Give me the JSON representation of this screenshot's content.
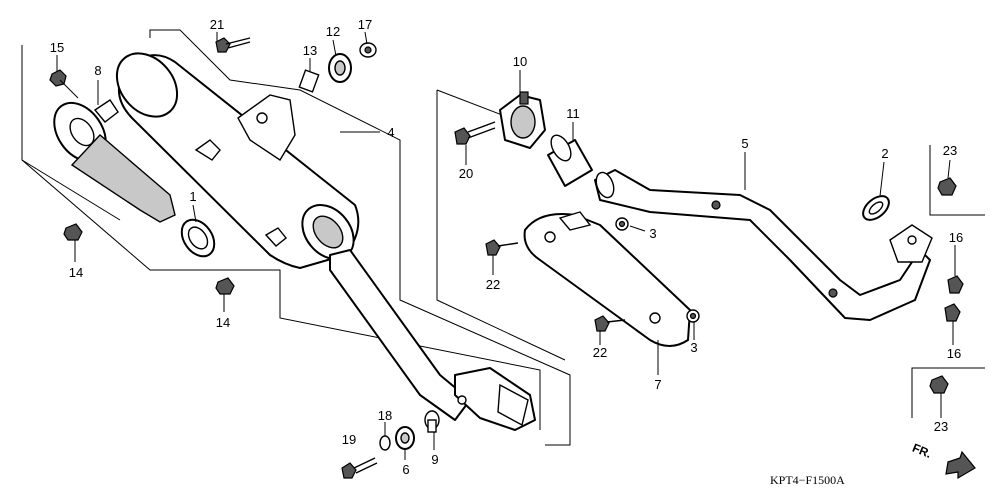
{
  "diagram": {
    "code": "KPT4−F1500A",
    "direction_label": "FR.",
    "callouts": {
      "c1": "1",
      "c2": "2",
      "c3a": "3",
      "c3b": "3",
      "c4": "4",
      "c5": "5",
      "c6": "6",
      "c7": "7",
      "c8": "8",
      "c9": "9",
      "c10": "10",
      "c11": "11",
      "c12": "12",
      "c13": "13",
      "c14a": "14",
      "c14b": "14",
      "c15": "15",
      "c16a": "16",
      "c16b": "16",
      "c17": "17",
      "c18": "18",
      "c19": "19",
      "c20": "20",
      "c21": "21",
      "c22a": "22",
      "c22b": "22",
      "c23a": "23",
      "c23b": "23"
    }
  }
}
